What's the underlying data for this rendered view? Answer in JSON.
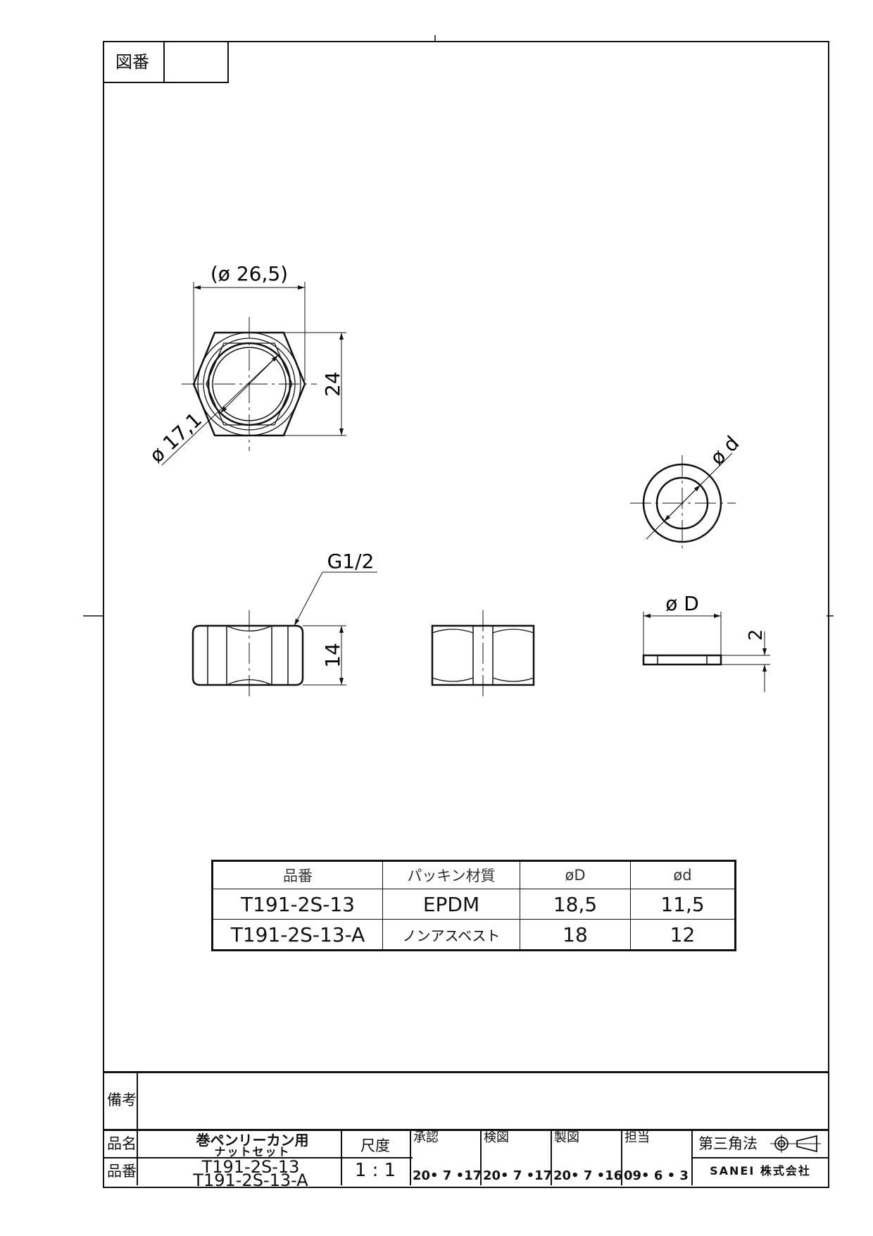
{
  "frame": {
    "drawing_no_label": "図番",
    "drawing_no_value": ""
  },
  "dims": {
    "nut_outer": "(ø 26,5)",
    "nut_bore": "ø 17,1",
    "nut_across_flats": "24",
    "thread": "G1/2",
    "nut_height": "14",
    "washer_inner": "ø d",
    "washer_outer": "ø D",
    "washer_thickness": "2"
  },
  "parts_table": {
    "headers": [
      "品番",
      "パッキン材質",
      "øD",
      "ød"
    ],
    "rows": [
      [
        "T191-2S-13",
        "EPDM",
        "18,5",
        "11,5"
      ],
      [
        "T191-2S-13-A",
        "ノンアスベスト",
        "18",
        "12"
      ]
    ]
  },
  "title_block": {
    "remarks_label": "備考",
    "remarks_value": "",
    "name_label": "品名",
    "name_line1": "巻ペンリーカン用",
    "name_line2": "ナットセット",
    "number_label": "品番",
    "number_line1": "T191-2S-13",
    "number_line2": "T191-2S-13-A",
    "scale_label": "尺度",
    "scale_value": "1 : 1",
    "approvals": [
      {
        "label": "承認",
        "date": "20• 7 •17"
      },
      {
        "label": "検図",
        "date": "20• 7 •17"
      },
      {
        "label": "製図",
        "date": "20• 7 •16"
      },
      {
        "label": "担当",
        "date": "09• 6 • 3"
      }
    ],
    "projection_label": "第三角法",
    "company": "SANEI 株式会社"
  }
}
